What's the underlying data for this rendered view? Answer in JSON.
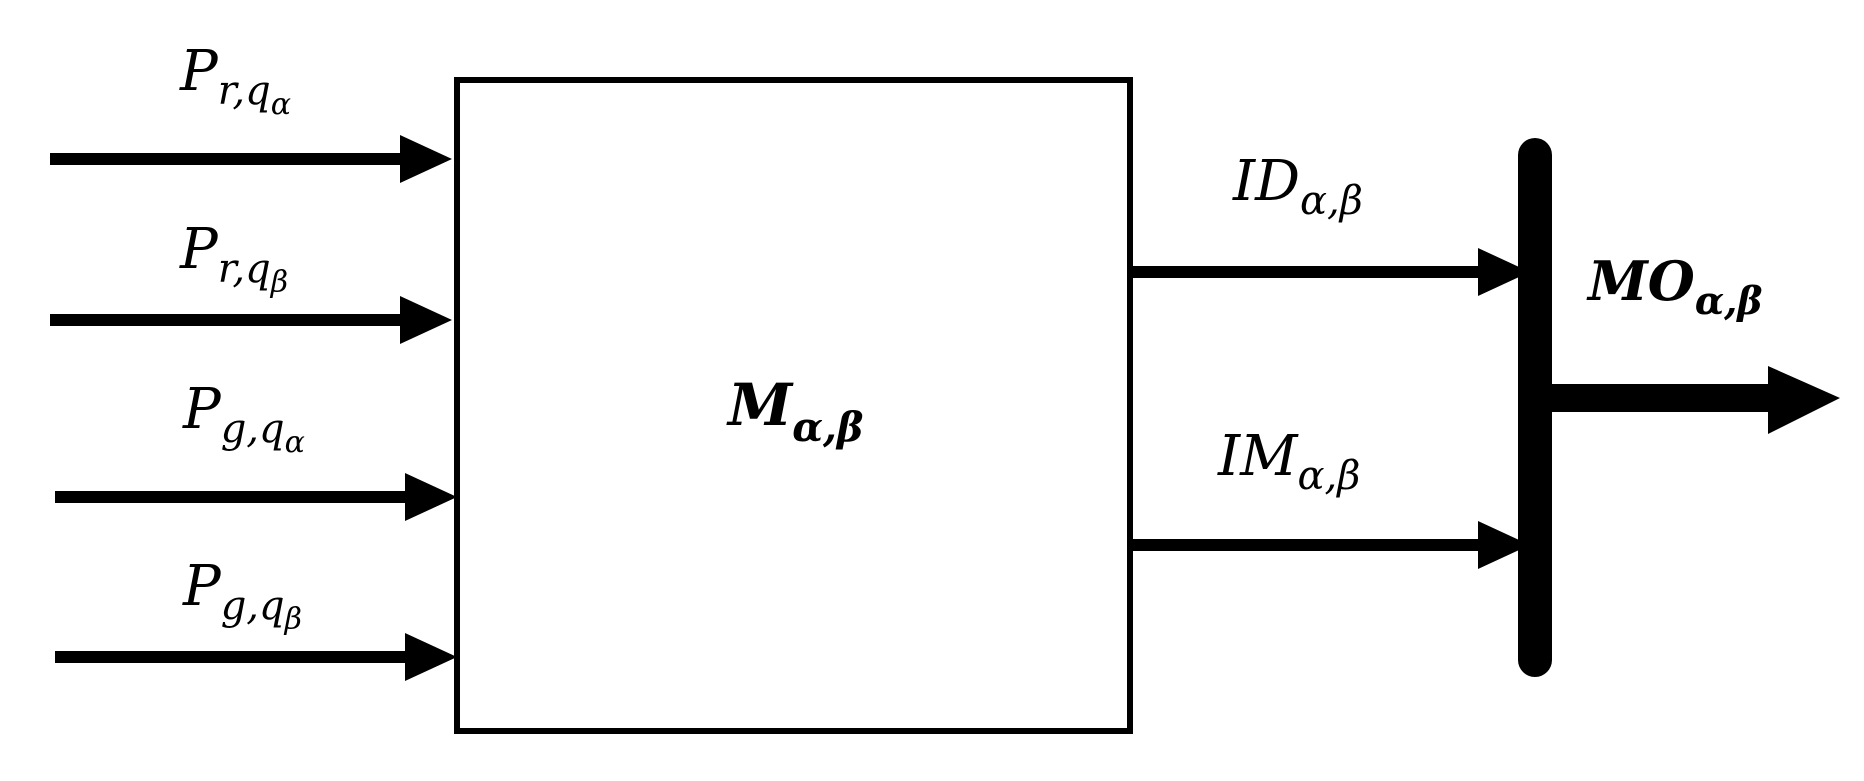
{
  "colors": {
    "stroke": "#000000",
    "background": "#ffffff"
  },
  "inputs": [
    {
      "base": "P",
      "sub": "r,q",
      "subsub": "α"
    },
    {
      "base": "P",
      "sub": "r,q",
      "subsub": "β"
    },
    {
      "base": "P",
      "sub": "g,q",
      "subsub": "α"
    },
    {
      "base": "P",
      "sub": "g,q",
      "subsub": "β"
    }
  ],
  "block": {
    "base": "M",
    "sub": "α,β"
  },
  "outputs": [
    {
      "base": "ID",
      "sub": "α,β"
    },
    {
      "base": "IM",
      "sub": "α,β"
    }
  ],
  "combiner": {
    "base": "MO",
    "sub": "α,β"
  }
}
